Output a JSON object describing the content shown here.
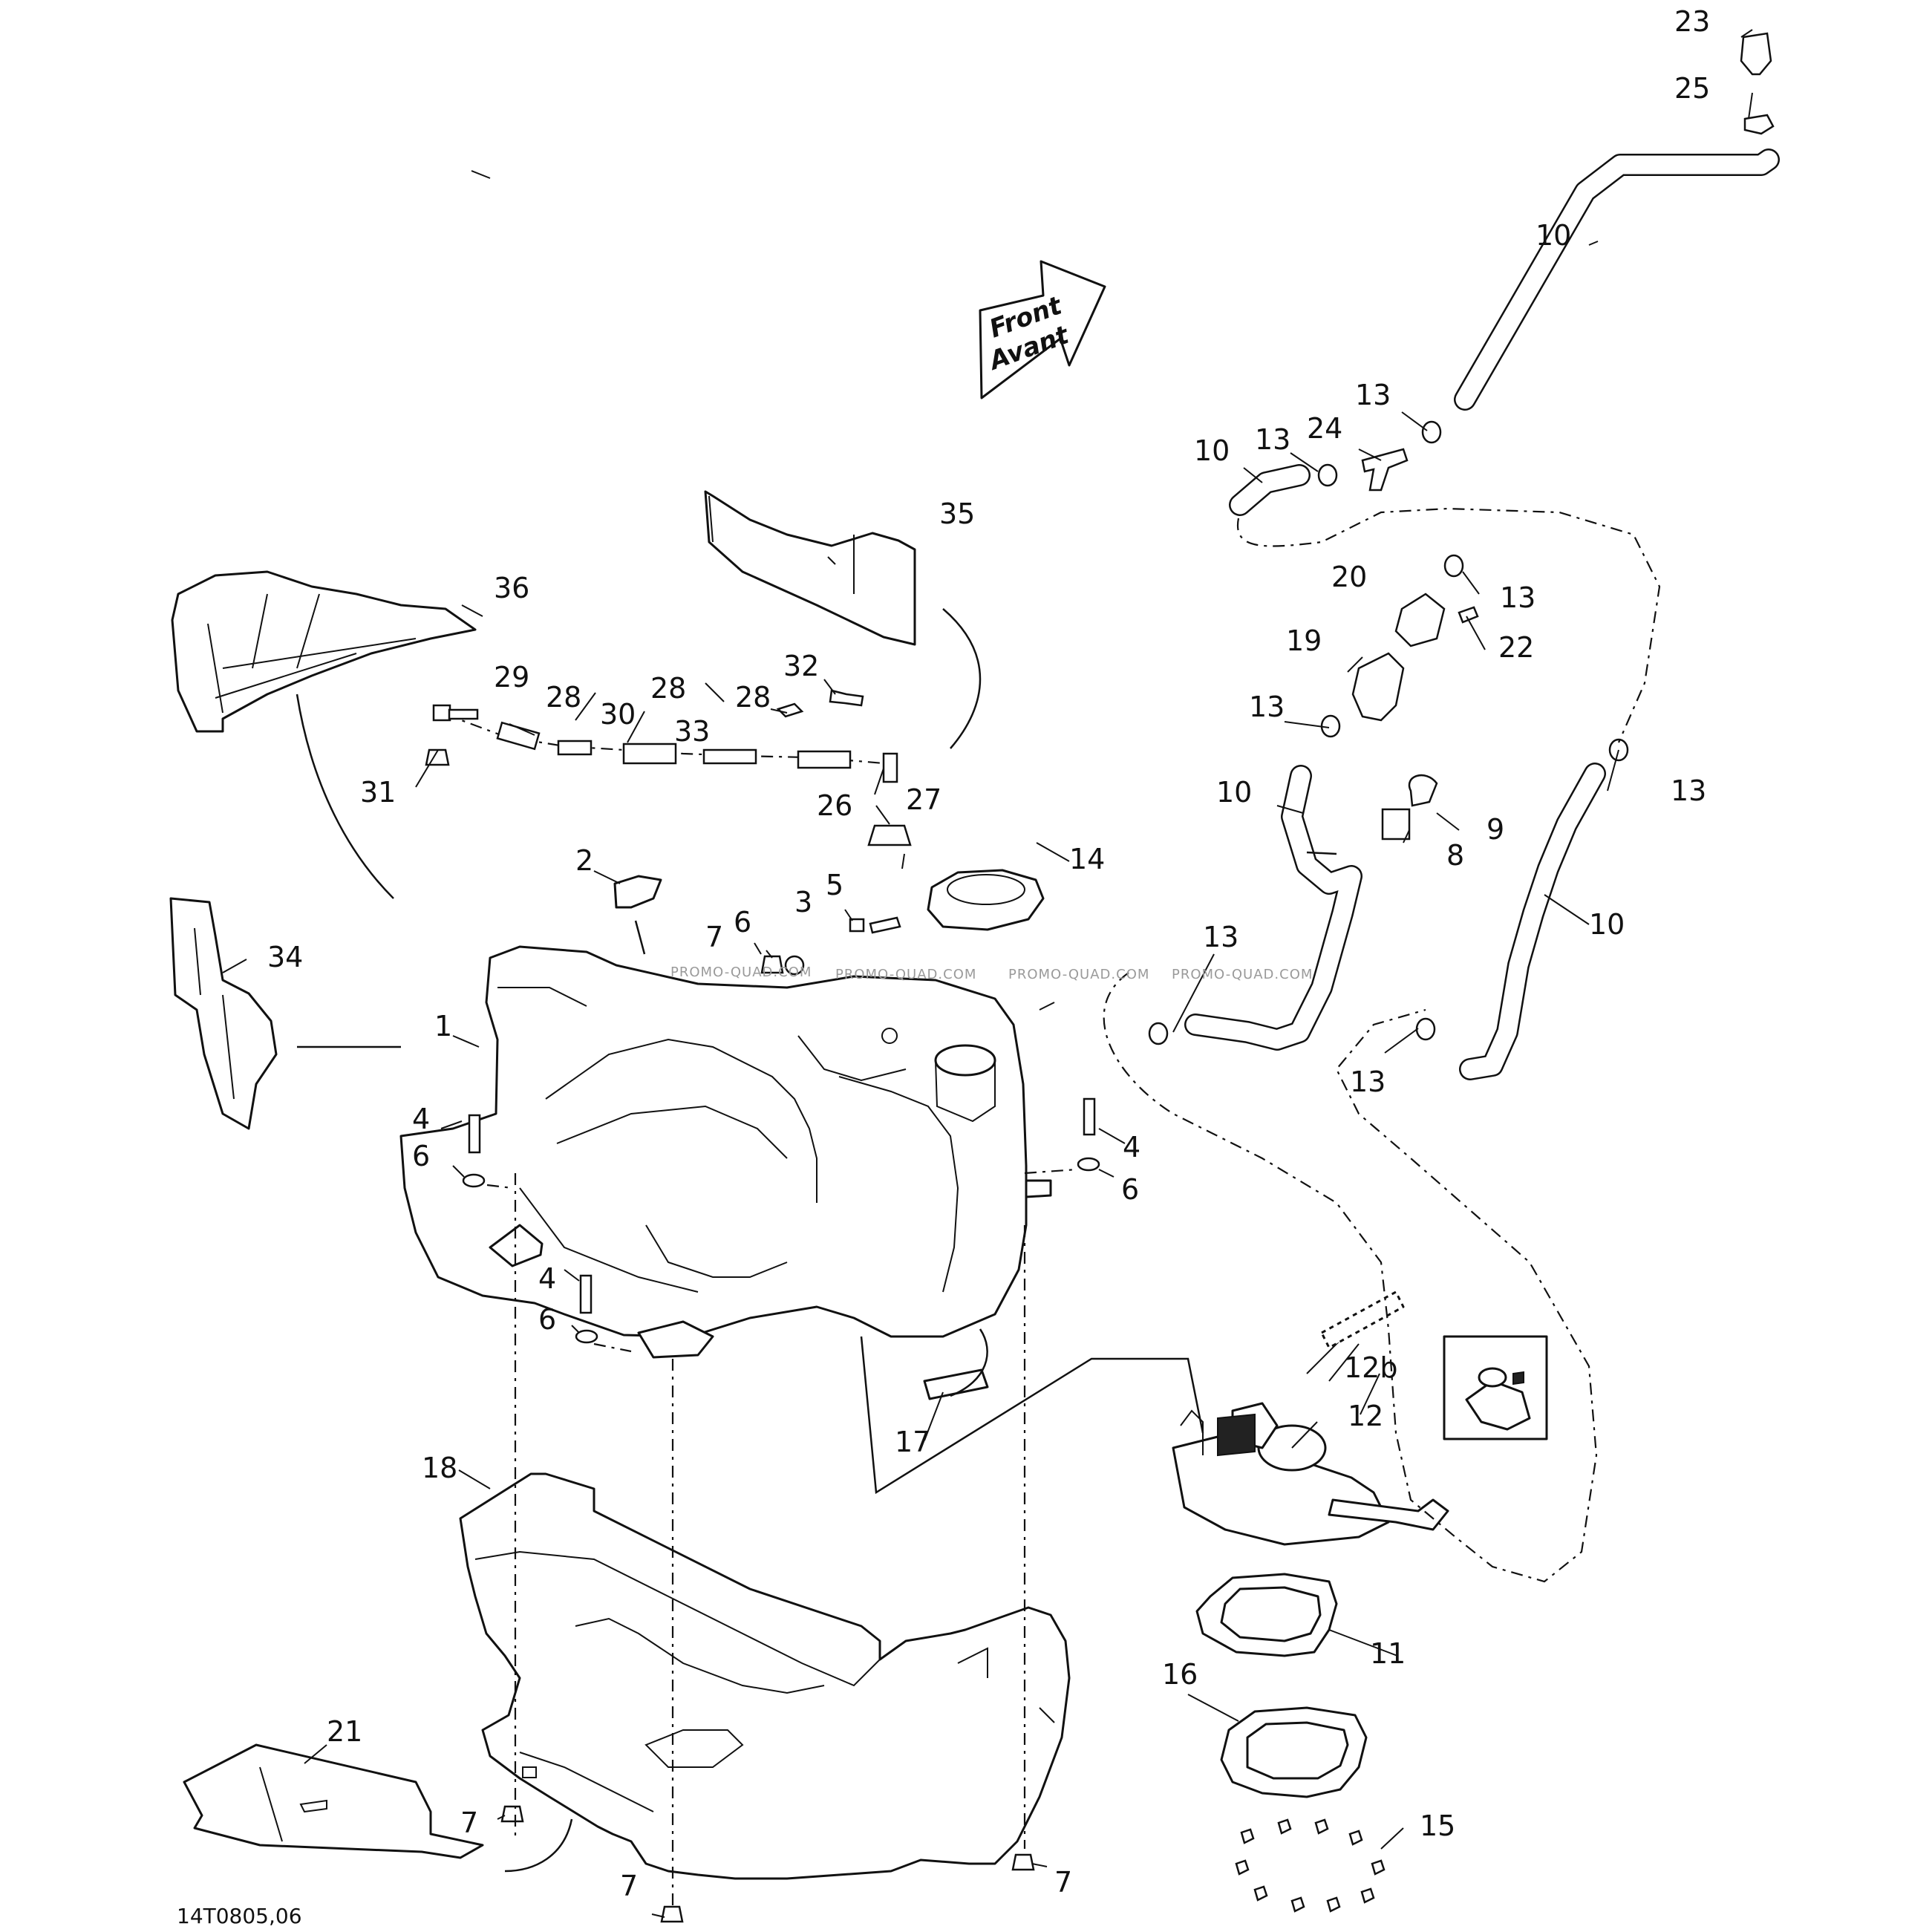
{
  "front_arrow": {
    "line1": "Front",
    "line2": "Avant"
  },
  "callouts": {
    "c1": "1",
    "c2": "2",
    "c3": "3",
    "c4a": "4",
    "c4b": "4",
    "c4c": "4",
    "c5": "5",
    "c6a": "6",
    "c6b": "6",
    "c6c": "6",
    "c6d": "6",
    "c7a": "7",
    "c7b": "7",
    "c7c": "7",
    "c7d": "7",
    "c8": "8",
    "c9": "9",
    "c10a": "10",
    "c10b": "10",
    "c10c": "10",
    "c10d": "10",
    "c11": "11",
    "c12": "12",
    "c12b": "12b",
    "c13a": "13",
    "c13b": "13",
    "c13c": "13",
    "c13d": "13",
    "c13e": "13",
    "c13f": "13",
    "c13g": "13",
    "c14": "14",
    "c15": "15",
    "c16": "16",
    "c17": "17",
    "c18": "18",
    "c19": "19",
    "c20": "20",
    "c21": "21",
    "c22": "22",
    "c23": "23",
    "c24": "24",
    "c25": "25",
    "c26": "26",
    "c27": "27",
    "c28a": "28",
    "c28b": "28",
    "c28c": "28",
    "c29": "29",
    "c30": "30",
    "c31": "31",
    "c32": "32",
    "c33": "33",
    "c34": "34",
    "c35": "35",
    "c36": "36"
  },
  "watermark": "PROMO-QUAD.COM",
  "footer_code": "14T0805,06"
}
